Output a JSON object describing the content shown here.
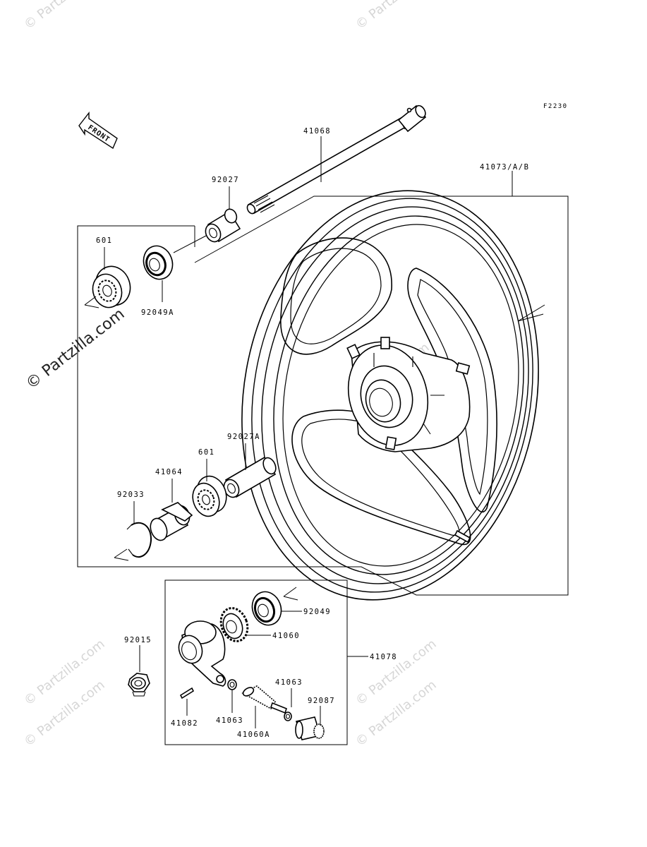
{
  "figure_code": "F2230",
  "front_arrow_label": "FRONT",
  "watermarks": {
    "main": "© Partzilla.com",
    "faint": "© Partzilla.com"
  },
  "labels": {
    "p41068": "41068",
    "p41073": "41073/A/B",
    "p92027": "92027",
    "p601_top": "601",
    "p92049A": "92049A",
    "p92027A": "92027A",
    "p601_mid": "601",
    "p41064": "41064",
    "p92033": "92033",
    "p92049": "92049",
    "p41060": "41060",
    "p41078": "41078",
    "p92015": "92015",
    "p41063_right": "41063",
    "p92087": "92087",
    "p41082": "41082",
    "p41063_left": "41063",
    "p41060A": "41060A"
  }
}
